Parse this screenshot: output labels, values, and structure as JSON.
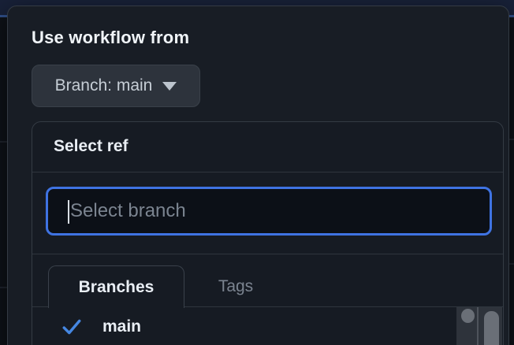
{
  "colors": {
    "page_bg": "#0e1218",
    "modal_bg": "#181d25",
    "panel_bg": "#161b23",
    "border": "#343b44",
    "focus_blue": "#3f73e2",
    "check_blue": "#4587e2",
    "text_primary": "#f0f4f8",
    "text_secondary": "#c6ced6",
    "text_muted": "#7b8490"
  },
  "workflow_dropdown": {
    "title": "Use workflow from",
    "branch_button": {
      "label": "Branch: main",
      "caret_icon": "chevron-down-icon"
    },
    "ref_selector": {
      "title": "Select ref",
      "filter_placeholder": "Select branch",
      "tabs": [
        {
          "label": "Branches",
          "active": true
        },
        {
          "label": "Tags",
          "active": false
        }
      ],
      "items": [
        {
          "label": "main",
          "selected": true,
          "icon": "check-icon"
        }
      ]
    }
  }
}
